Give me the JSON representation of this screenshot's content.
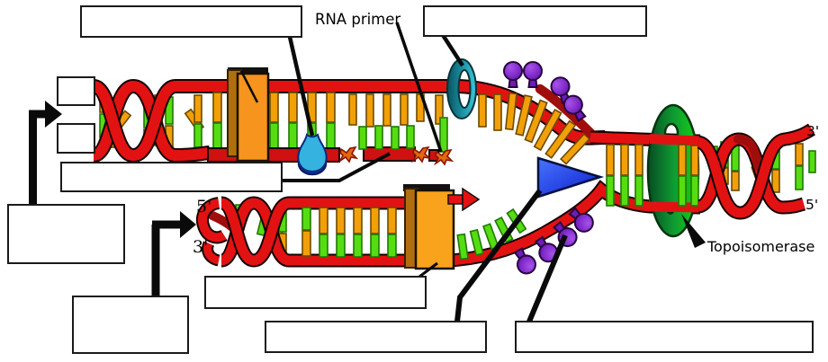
{
  "diagram": {
    "type": "dna-replication-fork-labeling-worksheet",
    "text_labels": {
      "rna_primer": "RNA primer",
      "topoisomerase": "Topoisomerase",
      "parental_top_strand_end": "3'",
      "parental_bottom_strand_end": "5'",
      "daughter_top_strand_end": "5'",
      "daughter_bottom_strand_end": "3'"
    },
    "blank_boxes": [
      {
        "id": "box-top-left",
        "label": ""
      },
      {
        "id": "box-top-right",
        "label": ""
      },
      {
        "id": "box-small-upper",
        "label": ""
      },
      {
        "id": "box-small-lower",
        "label": ""
      },
      {
        "id": "box-left-large",
        "label": ""
      },
      {
        "id": "box-under-top-helix",
        "label": ""
      },
      {
        "id": "box-bottom-left",
        "label": ""
      },
      {
        "id": "box-under-bottom-helix",
        "label": ""
      },
      {
        "id": "box-bottom-middle",
        "label": ""
      },
      {
        "id": "box-bottom-right",
        "label": ""
      }
    ],
    "colors": {
      "strand_red": "#e31212",
      "strand_dark_red": "#a00d0d",
      "base_yellow": "#f2a007",
      "base_green": "#55dd11",
      "polymerase_orange": "#f7941d",
      "clamp_teal": "#2ab5c9",
      "ligase_blue": "#35b2e0",
      "ssb_purple": "#7e28c8",
      "helicase_blue": "#1f3fd6",
      "topoisomerase_green": "#0fa02f",
      "primer_orange": "#e2670f",
      "box_fill": "#ffffff",
      "outline": "#000000"
    }
  }
}
